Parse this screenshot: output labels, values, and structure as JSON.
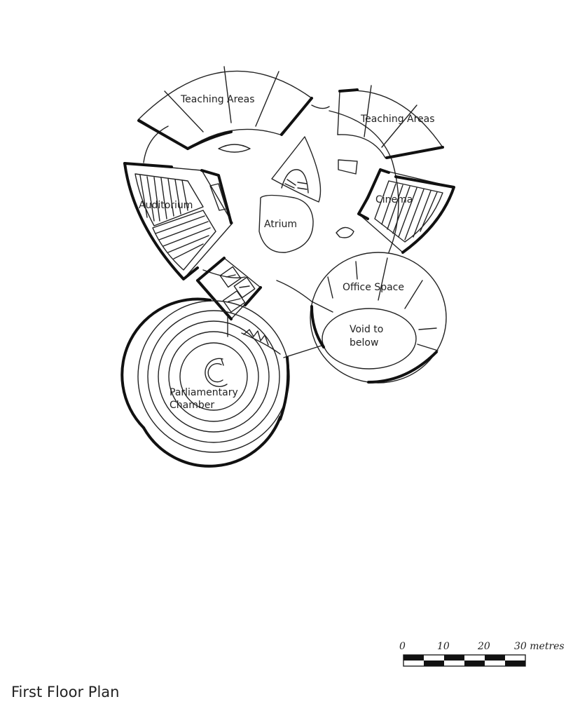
{
  "labels": {
    "teaching_left": "Teaching Areas",
    "teaching_right": "Teaching Areas",
    "auditorium": "Auditorium",
    "cinema": "Cinema",
    "atrium": "Atrium",
    "office": "Office Space",
    "void_line1": "Void to",
    "void_line2": "below",
    "parliament_line1": "Parliamentary",
    "parliament_line2": "Chamber"
  },
  "scale_bar": {
    "ticks": [
      "0",
      "10",
      "20",
      "30 metres"
    ],
    "segments": 6
  },
  "caption": "First Floor Plan"
}
